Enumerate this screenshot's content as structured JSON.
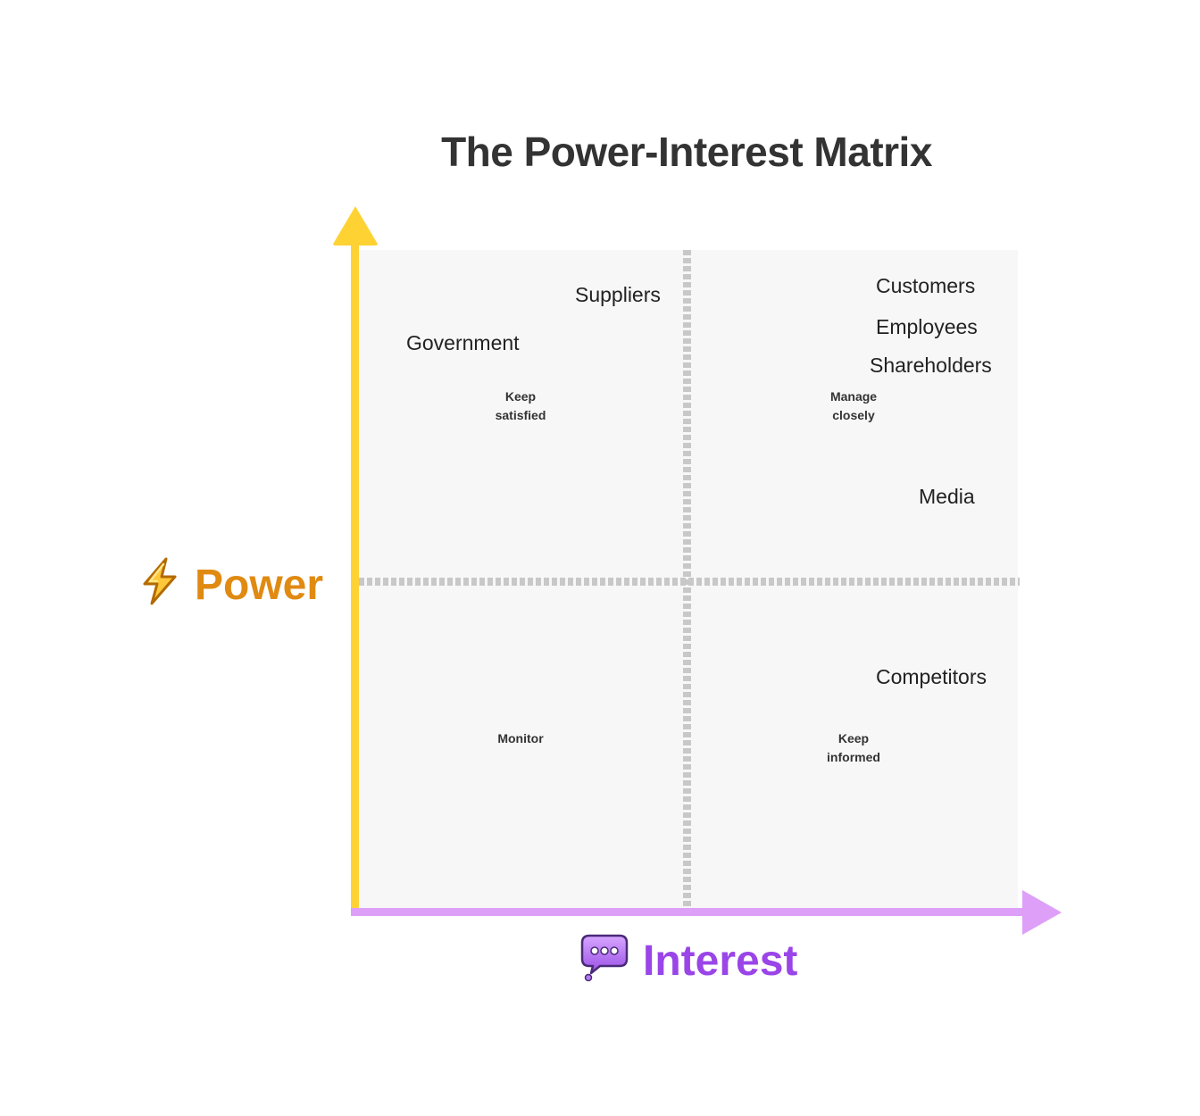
{
  "title": "The Power-Interest Matrix",
  "axes": {
    "y_label": "Power",
    "x_label": "Interest",
    "y_icon": "lightning-icon",
    "x_icon": "thought-bubble-icon",
    "y_color": "#ffd233",
    "x_color": "#dd9ff7",
    "y_label_color": "#e08a12",
    "x_label_color": "#9a45e8"
  },
  "quadrants": {
    "top_left": "Keep satisfied",
    "top_right": "Manage closely",
    "bottom_left": "Monitor",
    "bottom_right": "Keep informed"
  },
  "strategy_lines": {
    "top_left": [
      "Keep",
      "satisfied"
    ],
    "top_right": [
      "Manage",
      "closely"
    ],
    "bottom_left": [
      "Monitor"
    ],
    "bottom_right": [
      "Keep",
      "informed"
    ]
  },
  "stakeholders": {
    "suppliers": "Suppliers",
    "government": "Government",
    "customers": "Customers",
    "employees": "Employees",
    "shareholders": "Shareholders",
    "media": "Media",
    "competitors": "Competitors"
  }
}
